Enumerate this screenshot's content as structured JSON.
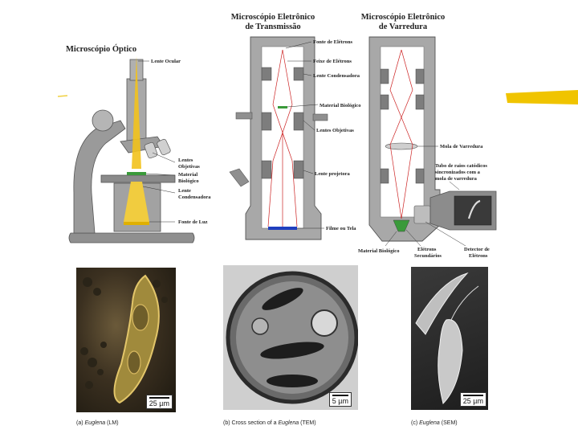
{
  "light_microscope": {
    "title": "Microscópio Óptico",
    "labels": {
      "eyepiece": "Lente Ocular",
      "objective_1": "Lentes",
      "objective_2": "Objetivas",
      "specimen_1": "Material",
      "specimen_2": "Biológico",
      "condenser_1": "Lente",
      "condenser_2": "Condensadora",
      "light_source": "Fonte de Luz"
    }
  },
  "tem": {
    "title_1": "Microscópio Eletrônico",
    "title_2": "de Transmissão",
    "labels": {
      "electron_source": "Fonte de Elétrons",
      "electron_beam": "Feixe de Elétrons",
      "condenser": "Lente Condensadora",
      "specimen": "Material Biológico",
      "objective": "Lentes Objetivas",
      "projector": "Lente projetora",
      "screen": "Filme ou Tela"
    }
  },
  "sem": {
    "title_1": "Microscópio Eletrônico",
    "title_2": "de Varredura",
    "labels": {
      "scan_coil": "Mola de Varredura",
      "crt_1": "Tubo de raios catódicos",
      "crt_2": "sincronizados com a",
      "crt_3": "mola de varredura",
      "specimen": "Material Biológico",
      "secondary_1": "Elétrons",
      "secondary_2": "Secundários",
      "detector_1": "Detector de",
      "detector_2": "Elétrons"
    }
  },
  "photos": [
    {
      "scale": "25 µm",
      "caption_prefix": "(a)",
      "caption_italic": "Euglena",
      "caption_suffix": " (LM)"
    },
    {
      "scale": "5 µm",
      "caption_prefix": "(b) Cross section of a",
      "caption_italic": "Euglena",
      "caption_suffix": " (TEM)"
    },
    {
      "scale": "25 µm",
      "caption_prefix": "(c)",
      "caption_italic": "Euglena",
      "caption_suffix": " (SEM)"
    }
  ],
  "colors": {
    "instrument_gray": "#9a9a9a",
    "light_beam": "#f2c21c",
    "electron_beam": "#cc2222",
    "highlight": "#f0c400"
  }
}
